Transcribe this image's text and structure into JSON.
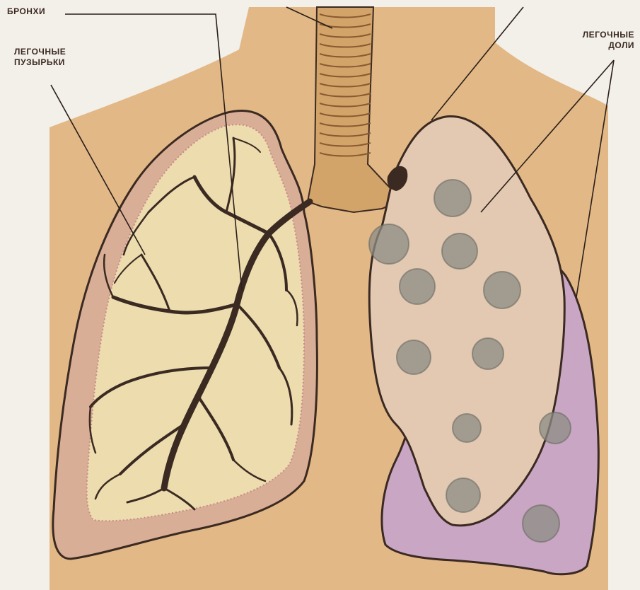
{
  "labels": {
    "bronchi": "БРОНХИ",
    "alveoli": "ЛЕГОЧНЫЕ\nПУЗЫРЬКИ",
    "lobes": "ЛЕГОЧНЫЕ\nДОЛИ"
  },
  "colors": {
    "background": "#f3efe9",
    "torso": "#e2b886",
    "lung_left_outer": "#d9ae96",
    "lung_left_inner": "#ecdcae",
    "lung_right_upper": "#e3c9b2",
    "lung_right_lower": "#c9a6c4",
    "airway": "#d3a46a",
    "outline": "#3b2a22",
    "label_text": "#3a2a22"
  }
}
